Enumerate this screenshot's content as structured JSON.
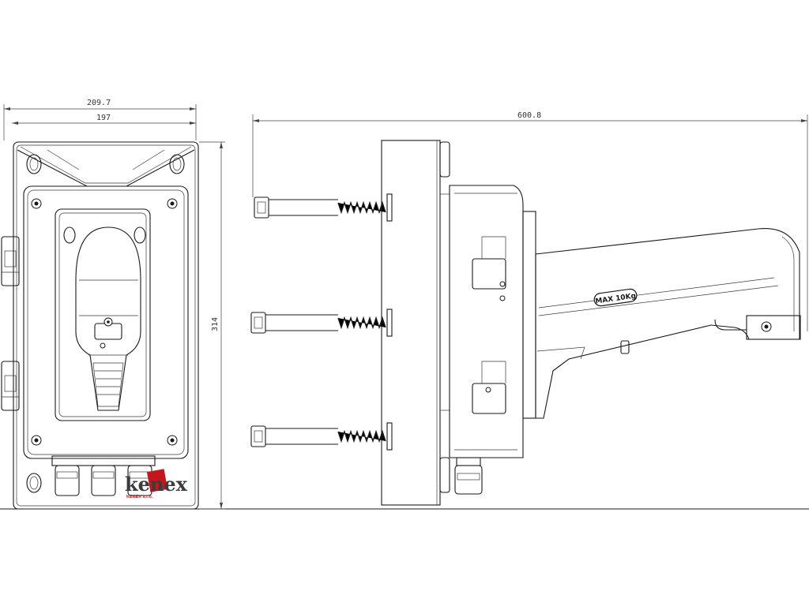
{
  "dimensions": {
    "overall_width": "209.7",
    "inner_width": "197",
    "height": "314",
    "overall_length": "600.8"
  },
  "arm_label": "MAX 10Kg",
  "logo": {
    "wordmark": "kenex",
    "subtitle": "KENEX s.r.o.",
    "brand_color": "#c4161c"
  }
}
